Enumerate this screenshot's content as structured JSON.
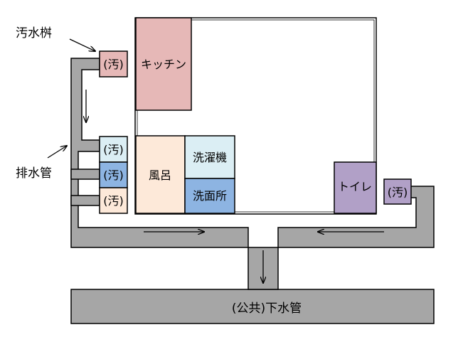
{
  "labels": {
    "catch_basin": "汚水桝",
    "drain_pipe": "排水管"
  },
  "rooms": {
    "kitchen": "キッチン",
    "bath": "風呂",
    "laundry": "洗濯機",
    "washroom": "洗面所",
    "toilet": "トイレ"
  },
  "basins": {
    "kitchen_basin": "(汚)",
    "laundry_basin": "(汚)",
    "washroom_basin": "(汚)",
    "bath_basin": "(汚)",
    "toilet_basin": "(汚)"
  },
  "sewer": "(公共)下水管",
  "colors": {
    "kitchen": "#e6b8b7",
    "bath": "#fde9d9",
    "laundry": "#dbeef4",
    "washroom": "#8db4e2",
    "toilet": "#b1a0c7",
    "pipe": "#a6a6a6",
    "outline": "#000000"
  }
}
